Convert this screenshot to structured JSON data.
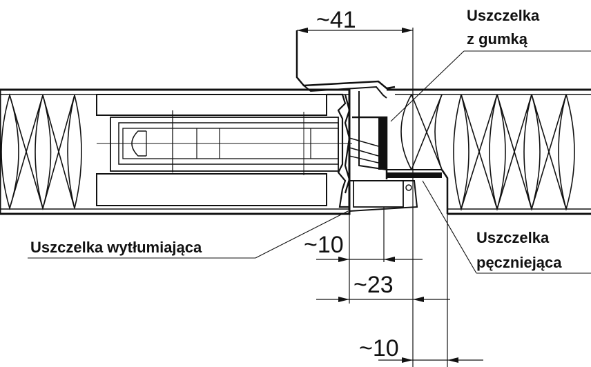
{
  "labels": {
    "rubber_seal_line1": "Uszczelka",
    "rubber_seal_line2": "z gumką",
    "damping_seal": "Uszczelka wytłumiająca",
    "intumescent_seal_line1": "Uszczelka",
    "intumescent_seal_line2": "pęczniejąca"
  },
  "dimensions": {
    "top_width": "~41",
    "gap_left": "~10",
    "overlap": "~23",
    "gap_right": "~10"
  }
}
